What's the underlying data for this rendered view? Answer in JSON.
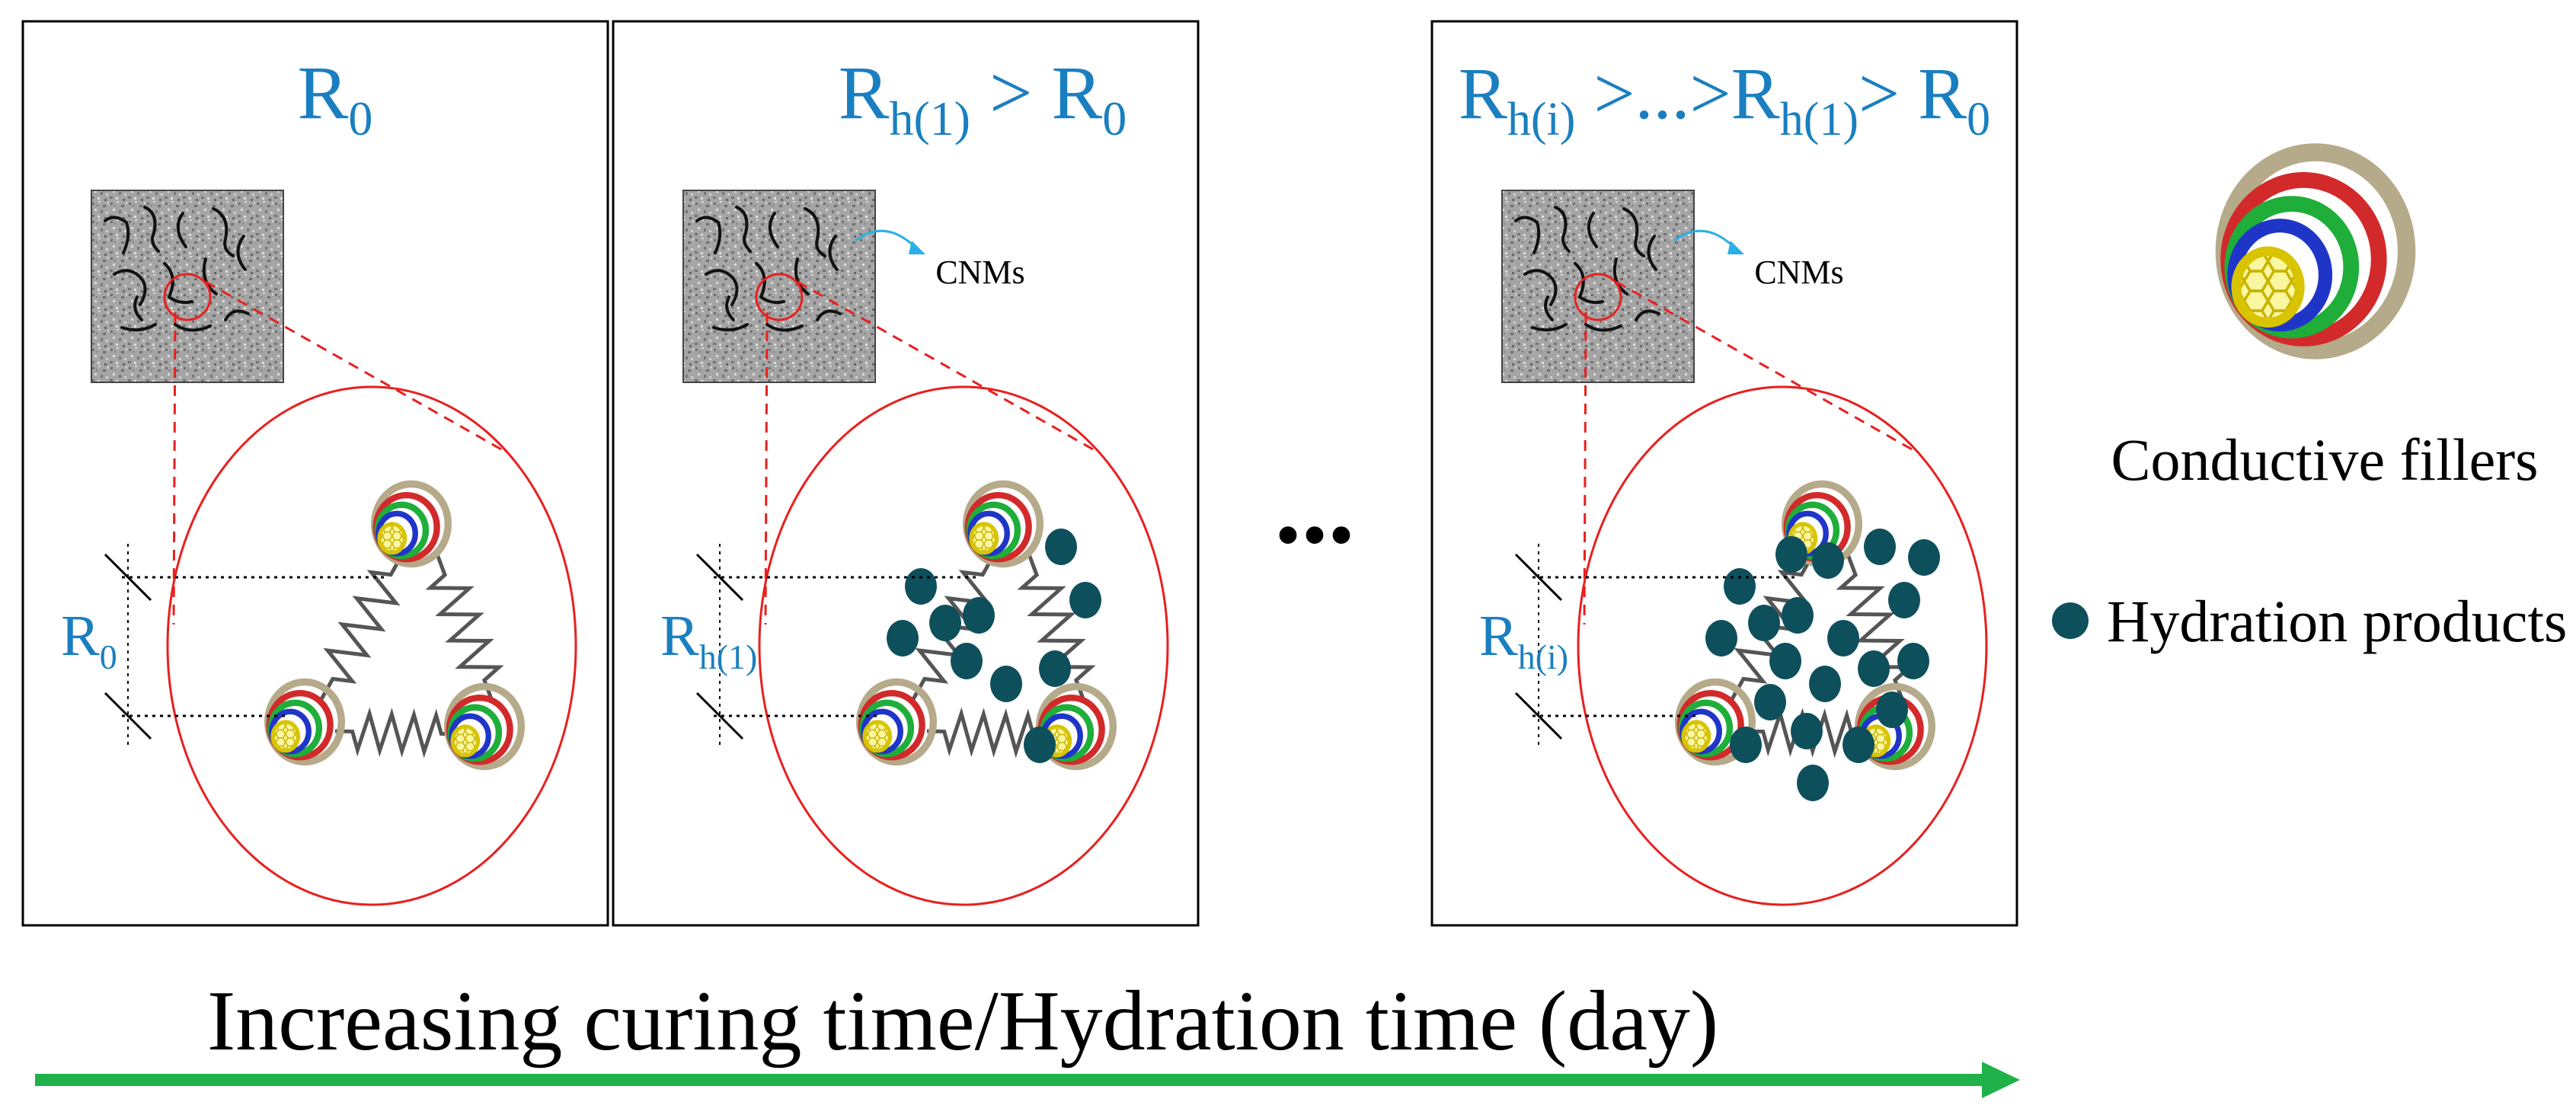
{
  "panels": [
    {
      "title": {
        "main": "R",
        "sub": "0",
        "rest": []
      },
      "dimension_label": {
        "main": "R",
        "sub": "0"
      },
      "show_cnms_label": false,
      "hydration_dots": 0
    },
    {
      "title": {
        "main": "R",
        "sub": "h(1)",
        "rest": [
          {
            "t": " > R"
          },
          {
            "s": "0"
          }
        ]
      },
      "dimension_label": {
        "main": "R",
        "sub": "h(1)"
      },
      "show_cnms_label": true,
      "hydration_dots": 10
    },
    {
      "title": {
        "main": "R",
        "sub": "h(i)",
        "rest": [
          {
            "t": " >...>R"
          },
          {
            "s": "h(1)"
          },
          {
            "t": "> R"
          },
          {
            "s": "0"
          }
        ]
      },
      "dimension_label": {
        "main": "R",
        "sub": "h(i)"
      },
      "show_cnms_label": true,
      "hydration_dots": 20
    }
  ],
  "cnms_label": "CNMs",
  "ellipsis": "...",
  "legend": {
    "conductive_fillers": "Conductive fillers",
    "hydration_products": "Hydration products"
  },
  "axis_caption": "Increasing curing time/Hydration time (day)",
  "colors": {
    "title_blue": "#1a7fc0",
    "zoom_red": "#e8201f",
    "arrow_green": "#1fb14a",
    "hydration_dot": "#0e4f5c",
    "noise_dark": "#6d6d6d",
    "noise_light": "#c9c9c9"
  },
  "icons": [
    "carbon-nanotube-icon",
    "resistor-spring-icon",
    "hydration-dot-icon",
    "arrow-right-icon"
  ]
}
